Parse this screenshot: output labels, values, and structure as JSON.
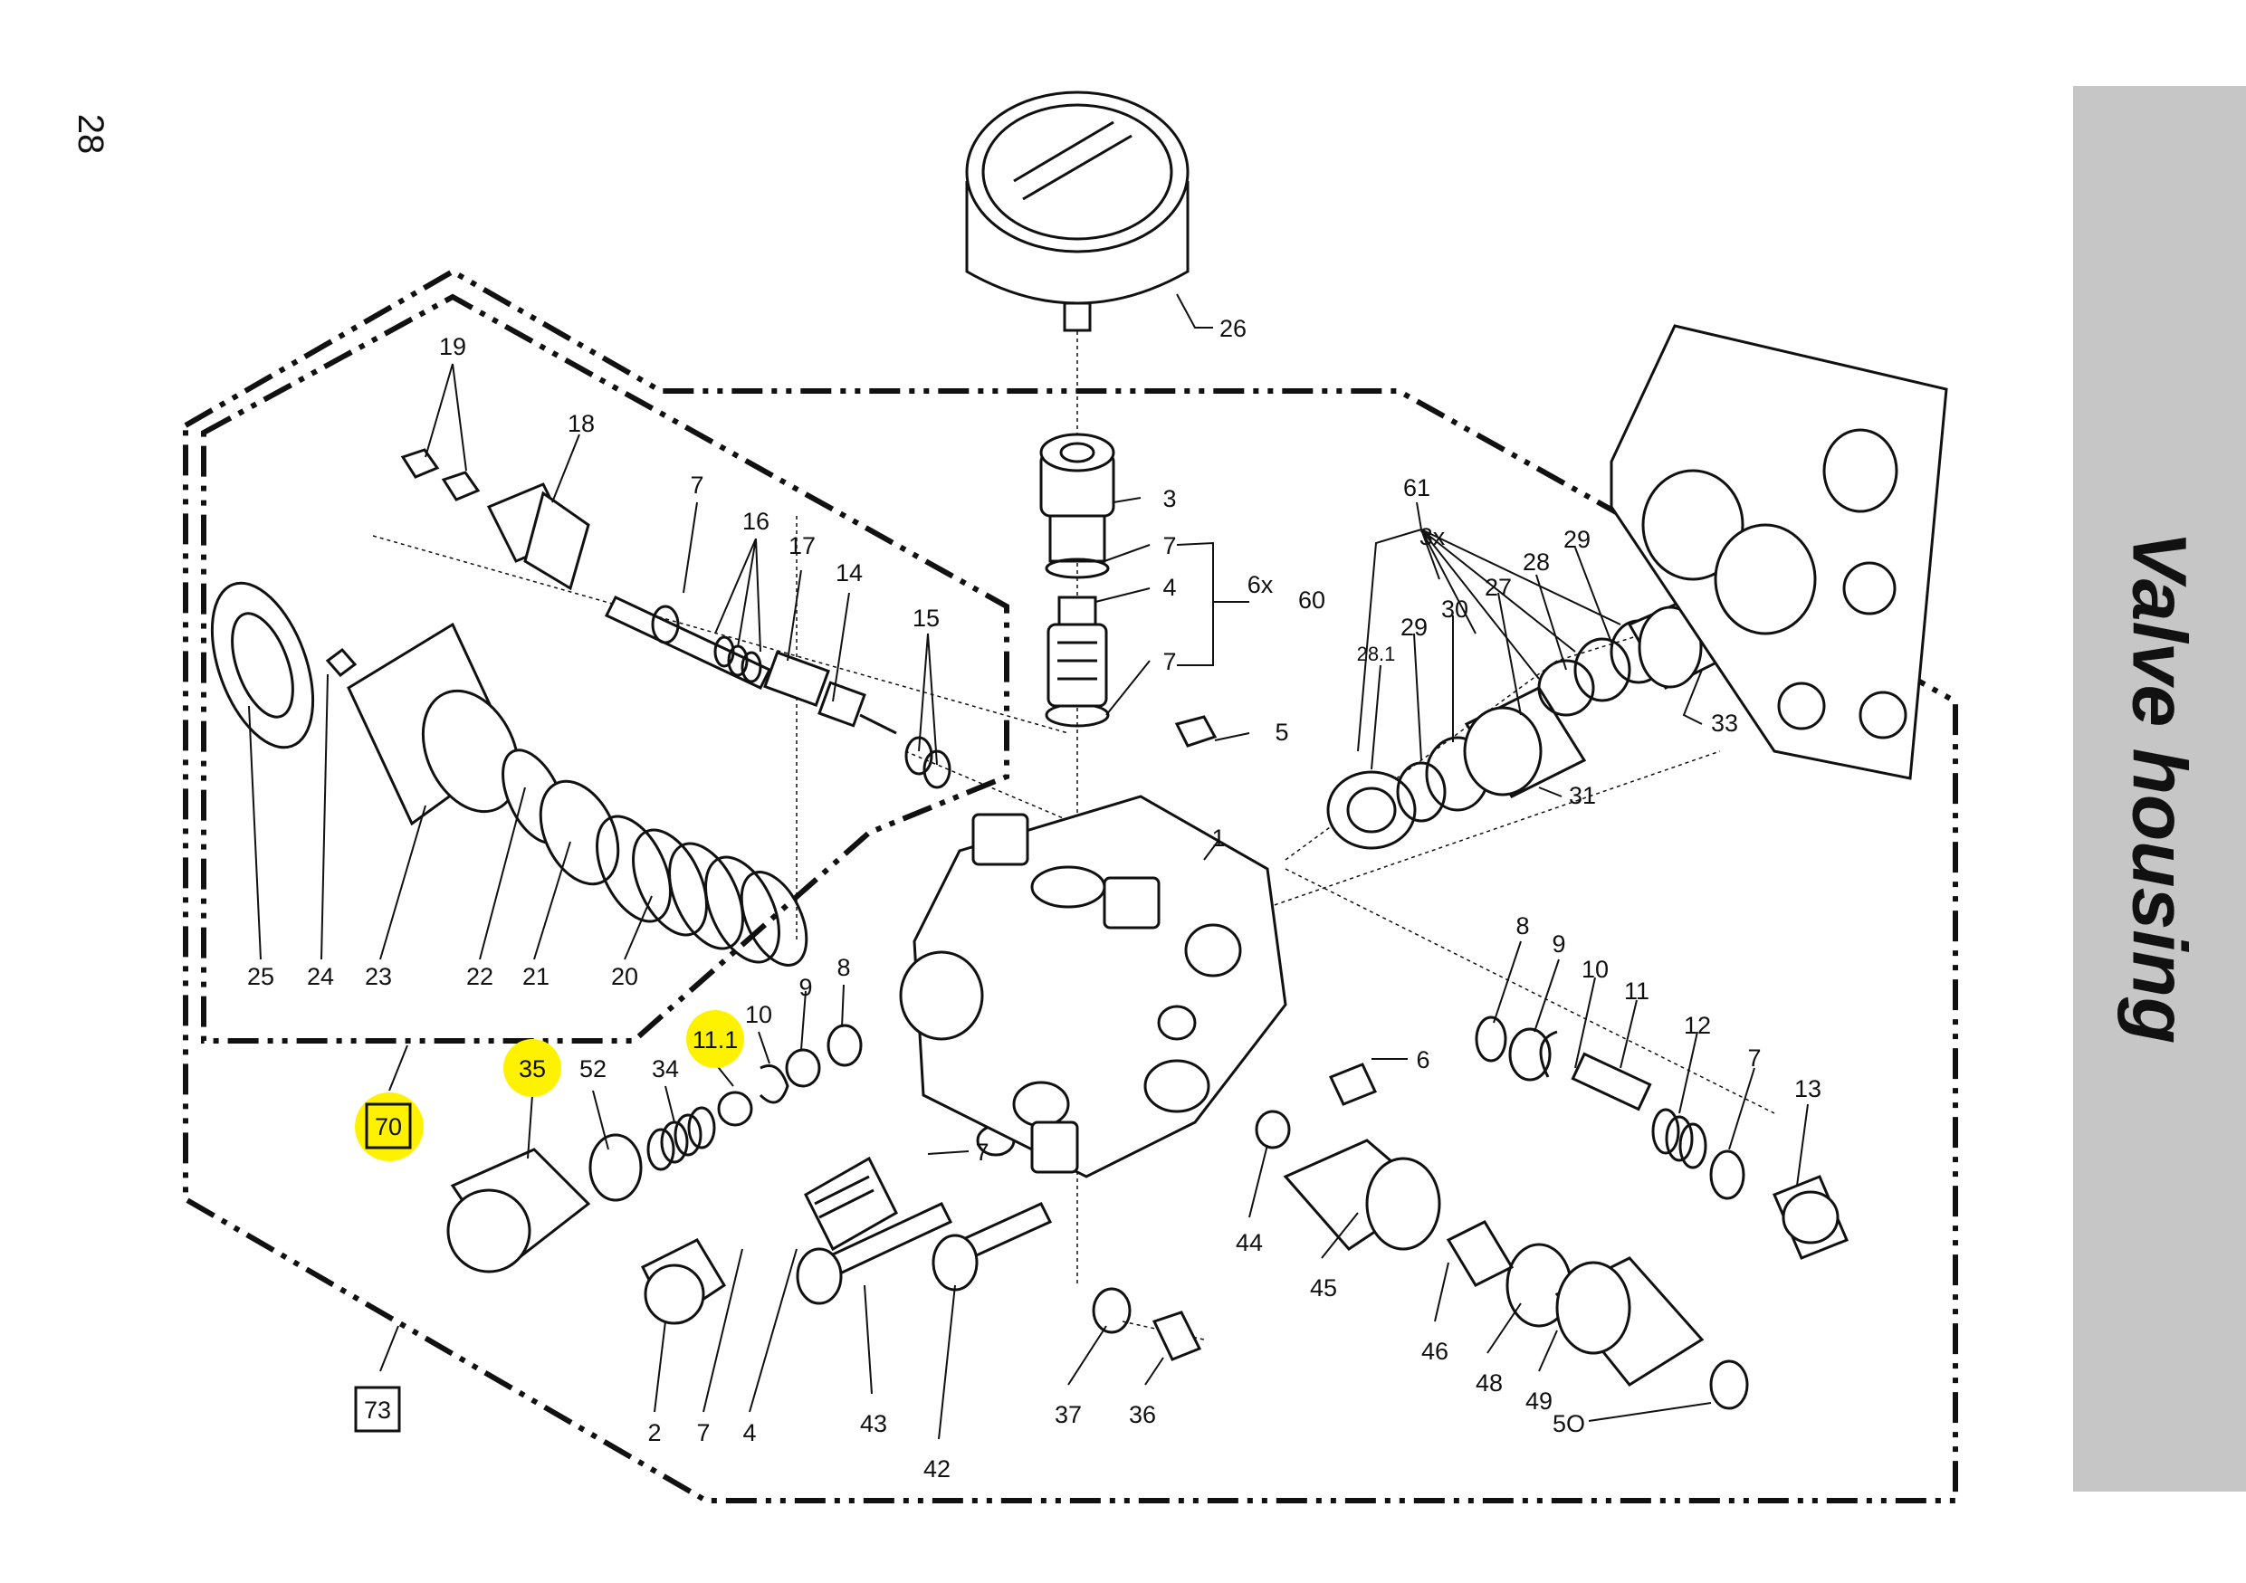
{
  "page_number": "28",
  "section_title": "Valve housing",
  "colors": {
    "highlight": "#fff200",
    "line": "#111111",
    "tab": "#c6c6c6"
  },
  "labels": {
    "l1": "1",
    "l2": "2",
    "l3": "3",
    "l4a": "4",
    "l4b": "4",
    "l5": "5",
    "l6a": "6",
    "l6x": "6x",
    "l7a": "7",
    "l7b": "7",
    "l7c": "7",
    "l7d": "7",
    "l7e": "7",
    "l7f": "7",
    "l8a": "8",
    "l8b": "8",
    "l9a": "9",
    "l9b": "9",
    "l10a": "10",
    "l10b": "10",
    "l11": "11",
    "l11_1": "11.1",
    "l12": "12",
    "l13": "13",
    "l14": "14",
    "l15": "15",
    "l16": "16",
    "l17": "17",
    "l18": "18",
    "l19": "19",
    "l20": "20",
    "l21": "21",
    "l22": "22",
    "l23": "23",
    "l24": "24",
    "l25": "25",
    "l26": "26",
    "l27": "27",
    "l28": "28",
    "l28_1": "28.1",
    "l29a": "29",
    "l29b": "29",
    "l30": "30",
    "l31": "31",
    "l33": "33",
    "l34": "34",
    "l35": "35",
    "l36": "36",
    "l37": "37",
    "l42": "42",
    "l43": "43",
    "l44": "44",
    "l45": "45",
    "l46": "46",
    "l48": "48",
    "l49": "49",
    "l50": "5O",
    "l52": "52",
    "l60": "60",
    "l61": "61",
    "l3x": "3x",
    "b70": "70",
    "b73": "73"
  }
}
